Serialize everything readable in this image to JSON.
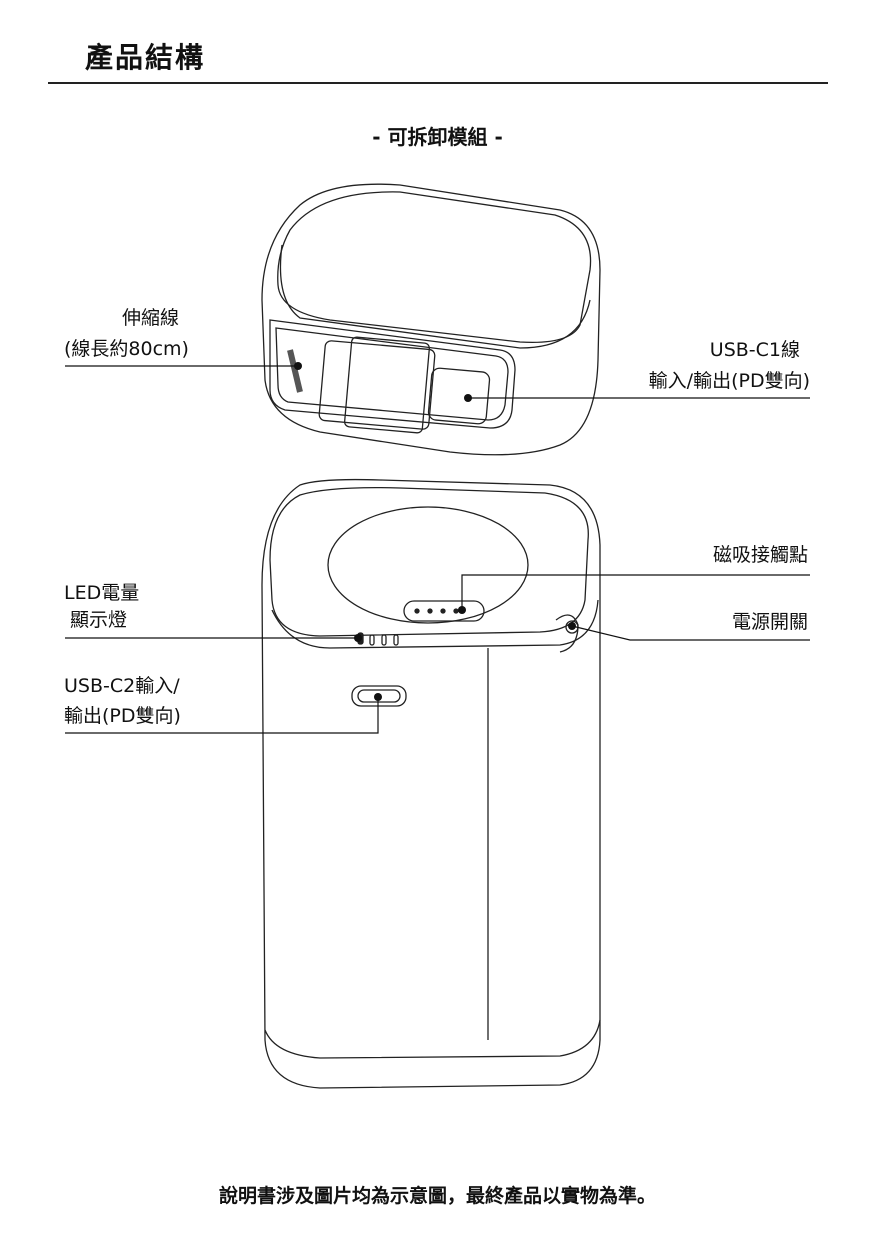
{
  "header": {
    "title": "產品結構",
    "subtitle": "- 可拆卸模組 -"
  },
  "labels": {
    "cable_line1": "伸縮線",
    "cable_line2": "(線長約80cm)",
    "usbc1_line1": "USB-C1線",
    "usbc1_line2": "輸入/輸出(PD雙向)",
    "contacts": "磁吸接觸點",
    "led_line1": "LED電量",
    "led_line2": "顯示燈",
    "power": "電源開關",
    "usbc2_line1": "USB-C2輸入/",
    "usbc2_line2": "輸出(PD雙向)"
  },
  "footer": {
    "note": "說明書涉及圖片均為示意圖，最終產品以實物為準。"
  }
}
